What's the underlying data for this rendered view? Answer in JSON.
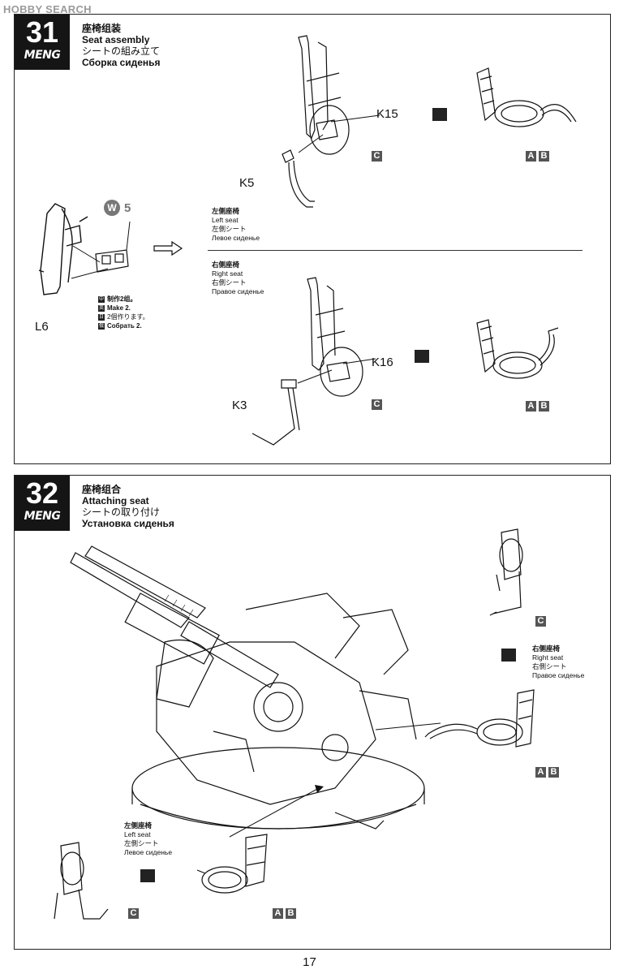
{
  "watermark": "HOBBY SEARCH",
  "page_number": "17",
  "step31": {
    "number": "31",
    "brand": "MENG",
    "title_zh": "座椅组装",
    "title_en": "Seat assembly",
    "title_ja": "シートの組み立て",
    "title_ru": "Сборка сиденья",
    "part_labels": {
      "l6": "L6",
      "k5": "K5",
      "k15": "K15",
      "k16": "K16",
      "k3": "K3",
      "w5": "5",
      "w_circle": "W"
    },
    "make_two": {
      "zh": "制作2组。",
      "en": "Make 2.",
      "ja": "2個作ります。",
      "ru": "Собрать 2."
    },
    "left_seat": {
      "zh": "左侧座椅",
      "en": "Left seat",
      "ja": "左側シート",
      "ru": "Левое сиденье"
    },
    "right_seat": {
      "zh": "右侧座椅",
      "en": "Right seat",
      "ja": "右側シート",
      "ru": "Правое сиденье"
    },
    "badges": {
      "c": "C",
      "a": "A",
      "b": "B"
    }
  },
  "step32": {
    "number": "32",
    "brand": "MENG",
    "title_zh": "座椅组合",
    "title_en": "Attaching seat",
    "title_ja": "シートの取り付け",
    "title_ru": "Установка сиденья",
    "right_seat": {
      "zh": "右侧座椅",
      "en": "Right seat",
      "ja": "右側シート",
      "ru": "Правое сиденье"
    },
    "left_seat": {
      "zh": "左侧座椅",
      "en": "Left seat",
      "ja": "左側シート",
      "ru": "Левое сиденье"
    },
    "badges": {
      "c": "C",
      "a": "A",
      "b": "B"
    }
  }
}
